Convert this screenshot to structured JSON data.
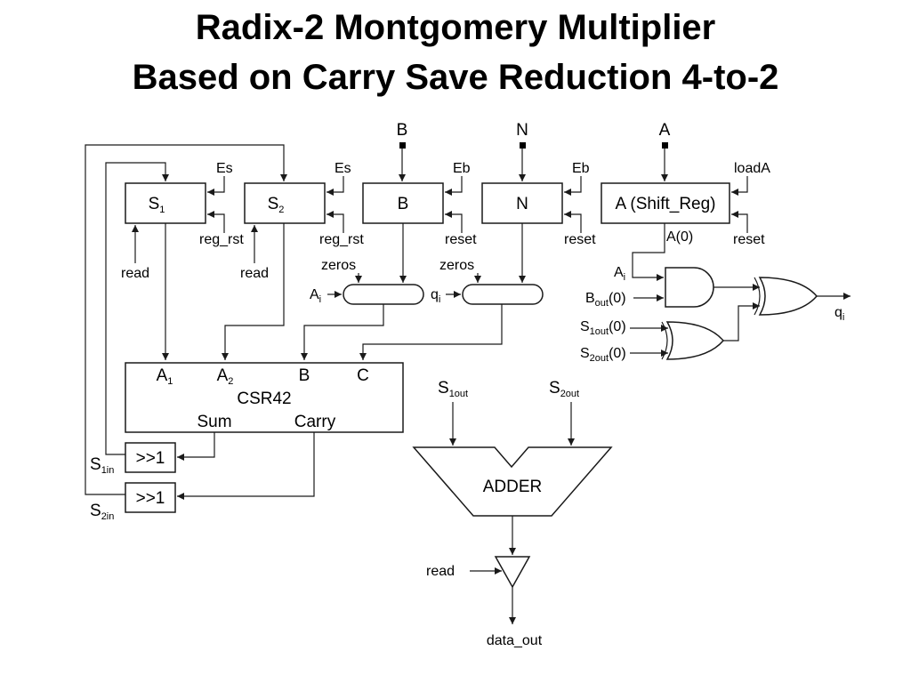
{
  "title": {
    "line1": "Radix-2 Montgomery Multiplier",
    "line2": "Based on Carry Save Reduction 4-to-2"
  },
  "inputs": {
    "b": "B",
    "n": "N",
    "a": "A"
  },
  "blocks": {
    "s1": {
      "name": "S",
      "sub": "1"
    },
    "s2": {
      "name": "S",
      "sub": "2"
    },
    "b_reg": "B",
    "n_reg": "N",
    "a_reg": "A (Shift_Reg)",
    "csr42": "CSR42",
    "csr_a1": {
      "name": "A",
      "sub": "1"
    },
    "csr_a2": {
      "name": "A",
      "sub": "2"
    },
    "csr_b": "B",
    "csr_c": "C",
    "csr_sum": "Sum",
    "csr_carry": "Carry",
    "shift1": ">>1",
    "shift2": ">>1",
    "adder": "ADDER"
  },
  "signals": {
    "es1": "Es",
    "es2": "Es",
    "eb1": "Eb",
    "eb2": "Eb",
    "loada": "loadA",
    "reg_rst1": "reg_rst",
    "reg_rst2": "reg_rst",
    "reset_b": "reset",
    "reset_n": "reset",
    "reset_a": "reset",
    "read1": "read",
    "read2": "read",
    "zeros1": "zeros",
    "zeros2": "zeros",
    "a0": "A(0)",
    "ai_mux": {
      "name": "A",
      "sub": "i"
    },
    "qi_mux": {
      "name": "q",
      "sub": "i"
    },
    "ai_gate": {
      "name": "A",
      "sub": "i"
    },
    "bout0": {
      "name": "B",
      "sub": "out",
      "suffix": "(0)"
    },
    "s1out0": {
      "name": "S",
      "sub": "1out",
      "suffix": "(0)"
    },
    "s2out0": {
      "name": "S",
      "sub": "2out",
      "suffix": "(0)"
    },
    "qi_out": {
      "name": "q",
      "sub": "i"
    },
    "s1in": {
      "name": "S",
      "sub": "1in"
    },
    "s2in": {
      "name": "S",
      "sub": "2in"
    },
    "s1out_add": {
      "name": "S",
      "sub": "1out"
    },
    "s2out_add": {
      "name": "S",
      "sub": "2out"
    },
    "read_buf": "read",
    "data_out": "data_out"
  }
}
